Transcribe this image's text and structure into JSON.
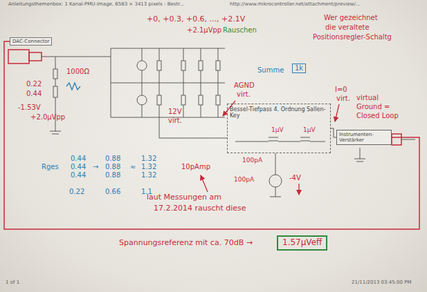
{
  "diagram": {
    "nodes": [
      {
        "text": [
          "DAC-Connector"
        ]
      },
      {
        "text": [
          "1k"
        ]
      },
      {
        "text": [
          "Bessel-Tiefpass 4. Ordnung Sallen-Key"
        ]
      },
      {
        "text": [
          "Instrumenten-Verstärker"
        ]
      },
      {
        "text": [
          "1.57µVeff"
        ]
      }
    ],
    "edges": [
      {
        "from": 2,
        "to": 3,
        "arrow": "none"
      },
      {
        "from": 3,
        "to": 0,
        "arrow": "none"
      }
    ],
    "labels": [
      "Anleitungsthemenbox: 1 Kanal-PMU-Image, 6583 × 3413 pixels - Bestr...",
      "http://www.mikrocontroller.net/attachment/preview/...",
      "+0, +0.3, +0.6, ..., +2.1V",
      "+2.1µVpp",
      "Rauschen",
      "Wer gezeichnet",
      "die veraltete",
      "Positionsregler-Schaltg",
      "0.22",
      "0.44",
      "1000Ω",
      "-1.53V",
      "+2.0µVpp",
      "Summe",
      "AGND",
      "virt.",
      "12V",
      "virt.",
      "I=0",
      "virt.",
      "virtual",
      "Ground =",
      "Closed Loop",
      "1µV",
      "1µV",
      "100pA",
      "10pAmp",
      "-4V",
      "100pA",
      "laut Messungen am",
      "17.2.2014 rauscht diese",
      "Spannungsreferenz mit ca. 70dB →",
      "Rges",
      "0.44",
      "0.44",
      "0.44",
      "→",
      "0.88",
      "0.88",
      "0.88",
      "≈",
      "1.32",
      "1.32",
      "1.32",
      "0.22",
      "0.66",
      "1.1",
      "1 of 1",
      "21/11/2013 03:45:00 PM"
    ]
  }
}
